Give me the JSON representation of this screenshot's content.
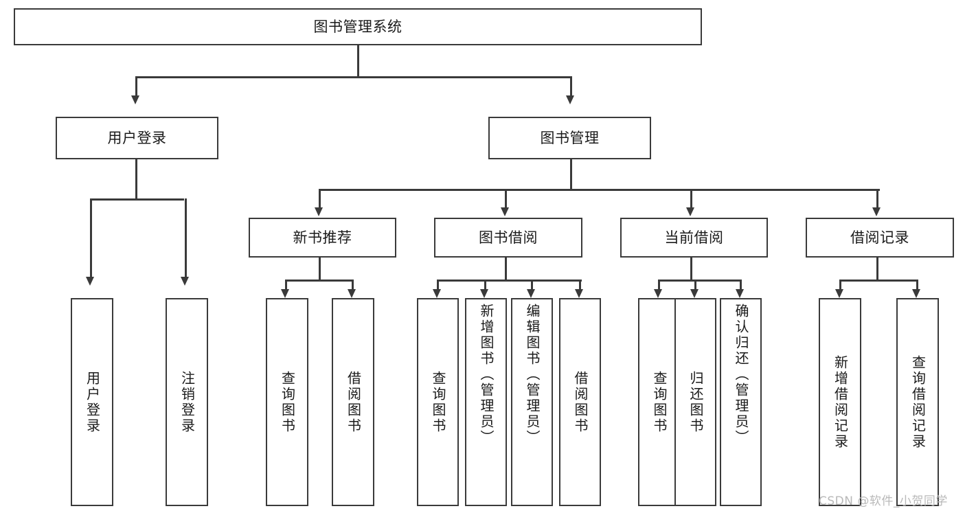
{
  "diagram": {
    "title": "图书管理系统",
    "type": "tree-hierarchy",
    "root": {
      "label": "图书管理系统"
    },
    "level1": [
      {
        "label": "用户登录"
      },
      {
        "label": "图书管理"
      }
    ],
    "level2": [
      {
        "label": "新书推荐"
      },
      {
        "label": "图书借阅"
      },
      {
        "label": "当前借阅"
      },
      {
        "label": "借阅记录"
      }
    ],
    "leaves": {
      "user_login": [
        {
          "label": "用户登录"
        },
        {
          "label": "注销登录"
        }
      ],
      "new_book_recommend": [
        {
          "label": "查询图书"
        },
        {
          "label": "借阅图书"
        }
      ],
      "book_borrow": [
        {
          "label": "查询图书"
        },
        {
          "label": "新增图书（管理员）"
        },
        {
          "label": "编辑图书（管理员）"
        },
        {
          "label": "借阅图书"
        }
      ],
      "current_borrow": [
        {
          "label": "查询图书"
        },
        {
          "label": "归还图书"
        },
        {
          "label": "确认归还（管理员）"
        }
      ],
      "borrow_record": [
        {
          "label": "新增借阅记录"
        },
        {
          "label": "查询借阅记录"
        }
      ]
    }
  },
  "watermark": {
    "text": "CSDN @软件_小贺同学"
  },
  "colors": {
    "stroke": "#3a3a3a",
    "text": "#1a1a1a",
    "background": "#ffffff",
    "watermark": "#b9b9b9"
  }
}
